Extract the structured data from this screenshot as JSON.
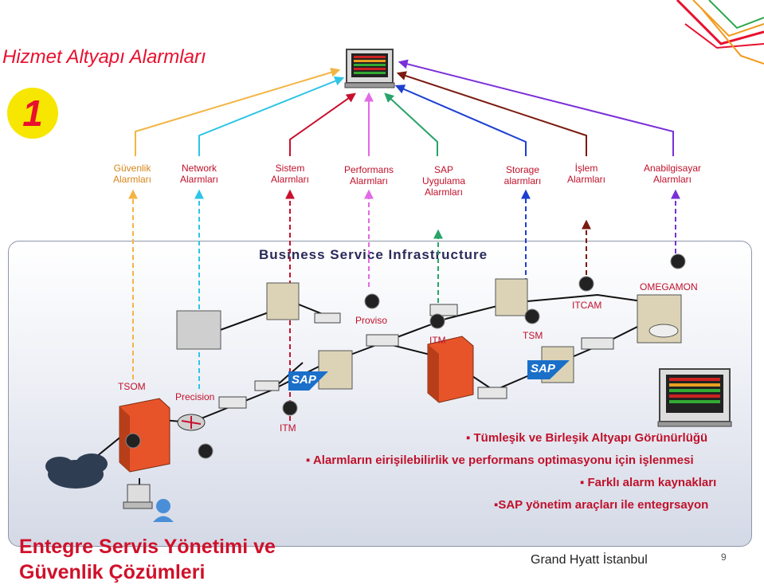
{
  "title": "Hizmet Altyapı Alarmları",
  "badge": "1",
  "alarms": [
    {
      "label": "Güvenlik\nAlarmları",
      "color": "#f2b544"
    },
    {
      "label": "Network\nAlarmları",
      "color": "#2ec5e6"
    },
    {
      "label": "Sistem\nAlarmları",
      "color": "#c8102e"
    },
    {
      "label": "Performans\nAlarmları",
      "color": "#e36ae6"
    },
    {
      "label": "SAP\nUygulama\nAlarmları",
      "color": "#29a36a"
    },
    {
      "label": "Storage\nalarmları",
      "color": "#1c3fd1"
    },
    {
      "label": "İşlem\nAlarmları",
      "color": "#7a1a10"
    },
    {
      "label": "Anabilgisayar\nAlarmları",
      "color": "#7a2fd8"
    }
  ],
  "infrastructure": {
    "title": "Business Service Infrastructure",
    "tools": {
      "tsom": "TSOM",
      "precision": "Precision",
      "itm_left": "ITM",
      "proviso": "Proviso",
      "itm_mid": "ITM",
      "tsm": "TSM",
      "itcam": "ITCAM",
      "omegamon": "OMEGAMON"
    },
    "sap_logo_text": "SAP"
  },
  "bullets": [
    "Tümleşik ve Birleşik Altyapı Görünürlüğü",
    "Alarmların eirişilebilirlik ve performans optimasyonu için işlenmesi",
    "Farklı alarm kaynakları",
    "SAP yönetim araçları ile entegrsayon"
  ],
  "footer": {
    "left": "Entegre Servis Yönetimi ve\nGüvenlik Çözümleri",
    "right": "Grand Hyatt İstanbul",
    "page": "9"
  },
  "colors": {
    "title_red": "#e8102e",
    "badge_yellow": "#f7e600",
    "bullet_red": "#c0112b"
  }
}
